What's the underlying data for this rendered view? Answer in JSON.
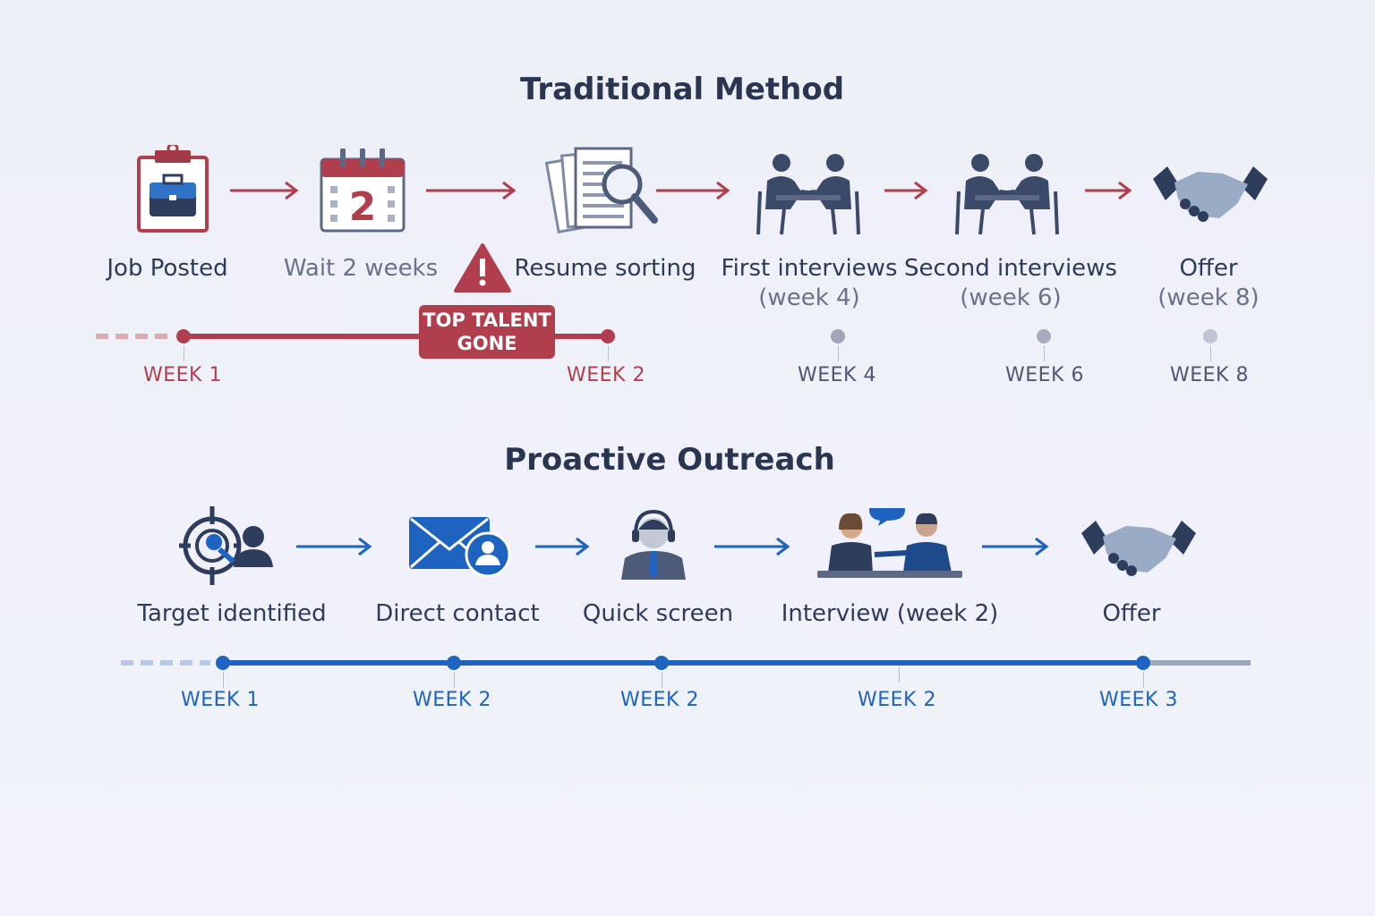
{
  "colors": {
    "red": "#b13e4d",
    "navy": "#2f3d5c",
    "blue": "#1e63c0",
    "grey": "#a9aabb"
  },
  "traditional": {
    "title": "Traditional Method",
    "steps": [
      {
        "icon": "clipboard-briefcase-icon",
        "label": "Job Posted"
      },
      {
        "icon": "calendar-icon",
        "label": "Wait 2 weeks",
        "icon_text": "2"
      },
      {
        "icon": "resume-search-icon",
        "label": "Resume sorting"
      },
      {
        "icon": "interview-icon",
        "label": "First interviews",
        "sub": "(week 4)"
      },
      {
        "icon": "interview-icon",
        "label": "Second interviews",
        "sub": "(week 6)"
      },
      {
        "icon": "handshake-icon",
        "label": "Offer",
        "sub": "(week 8)"
      }
    ],
    "warning_badge": "TOP TALENT GONE",
    "weeks": [
      "WEEK 1",
      "WEEK 2",
      "WEEK 4",
      "WEEK 6",
      "WEEK 8"
    ]
  },
  "proactive": {
    "title": "Proactive Outreach",
    "steps": [
      {
        "icon": "target-person-icon",
        "label": "Target identified"
      },
      {
        "icon": "mail-contact-icon",
        "label": "Direct contact"
      },
      {
        "icon": "headset-icon",
        "label": "Quick screen"
      },
      {
        "icon": "interview-chat-icon",
        "label": "Interview (week 2)"
      },
      {
        "icon": "handshake-icon",
        "label": "Offer"
      }
    ],
    "weeks": [
      "WEEK 1",
      "WEEK 2",
      "WEEK 2",
      "WEEK 2",
      "WEEK 3"
    ]
  }
}
